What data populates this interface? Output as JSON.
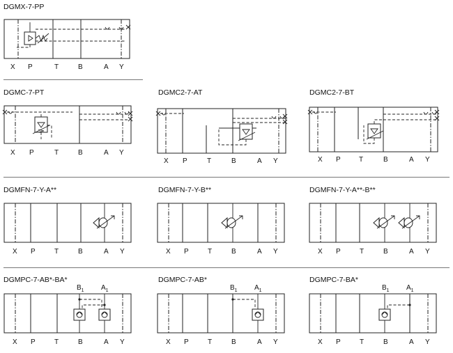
{
  "ports": [
    "X",
    "P",
    "T",
    "B",
    "A",
    "Y"
  ],
  "subscript": "1",
  "symbols": [
    {
      "title": "DGMX-7-PP"
    },
    {
      "title": "DGMC-7-PT"
    },
    {
      "title": "DGMC2-7-AT"
    },
    {
      "title": "DGMC2-7-BT"
    },
    {
      "title": "DGMFN-7-Y-A**"
    },
    {
      "title": "DGMFN-7-Y-B**"
    },
    {
      "title": "DGMFN-7-Y-A**-B**"
    },
    {
      "title": "DGMPC-7-AB*-BA*",
      "labels": [
        "B",
        "A"
      ]
    },
    {
      "title": "DGMPC-7-AB*",
      "labels": [
        "B",
        "A"
      ]
    },
    {
      "title": "DGMPC-7-BA*",
      "labels": [
        "B",
        "A"
      ]
    }
  ]
}
